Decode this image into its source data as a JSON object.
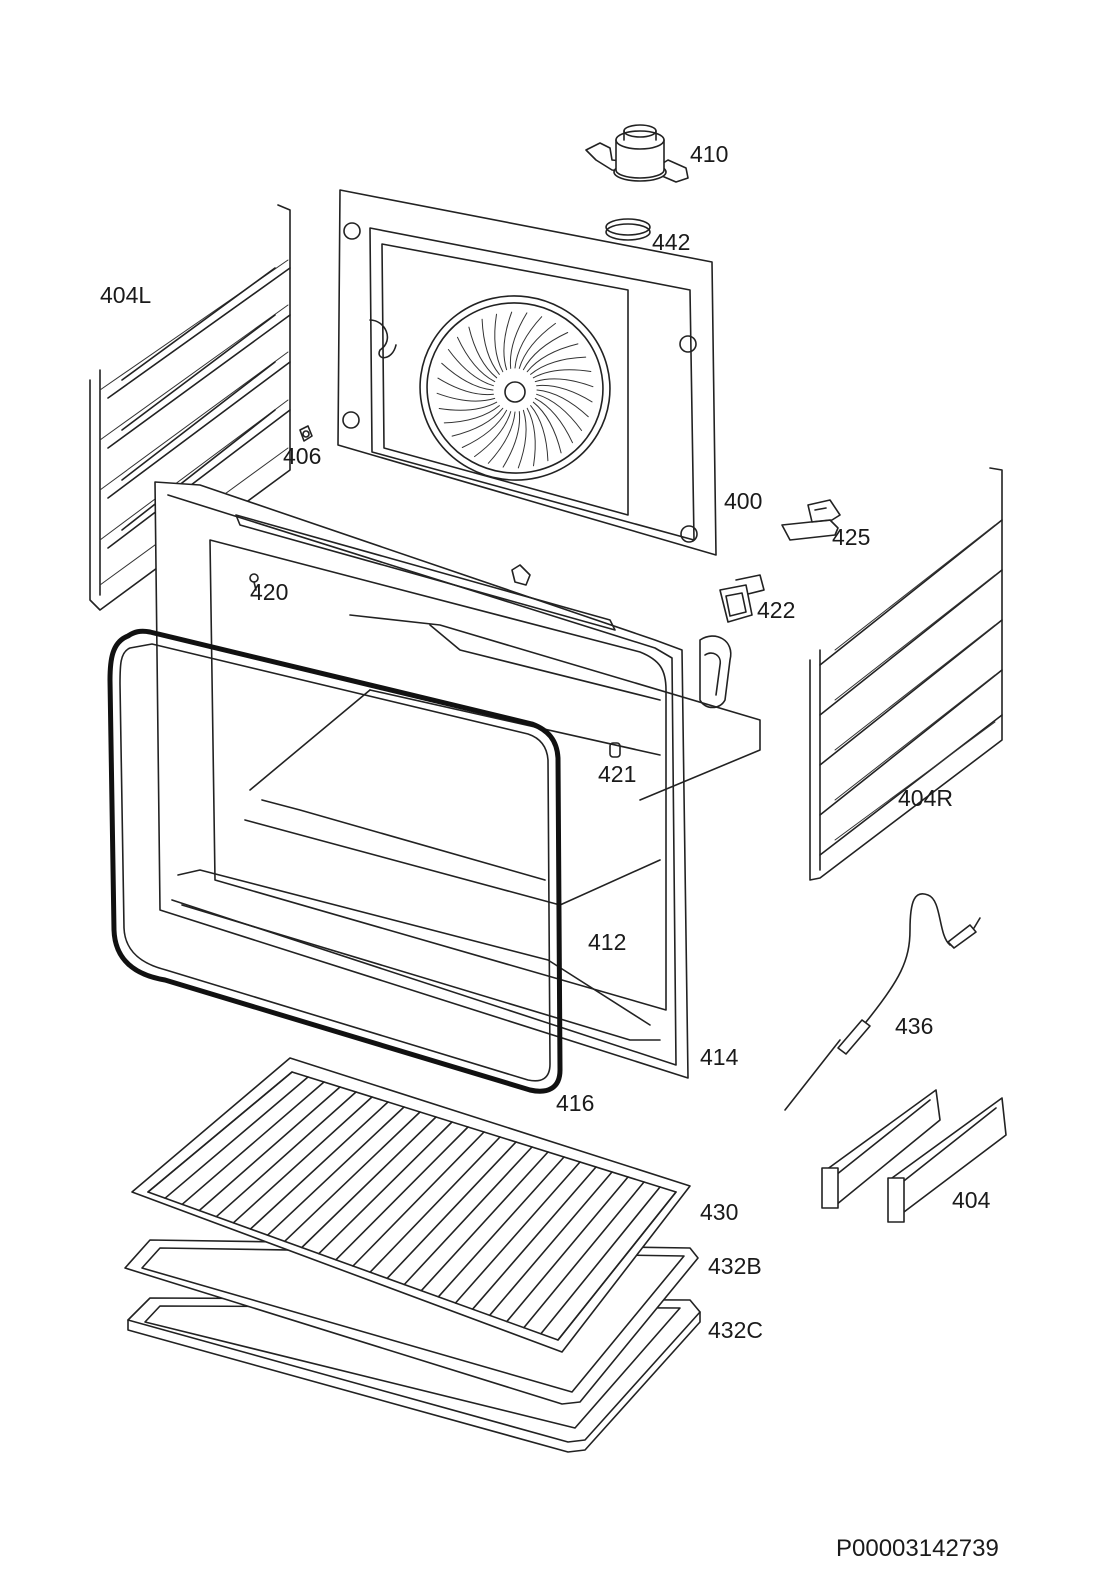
{
  "diagram_code": "P00003142739",
  "parts": [
    {
      "id": "410"
    },
    {
      "id": "442"
    },
    {
      "id": "404L"
    },
    {
      "id": "406"
    },
    {
      "id": "400"
    },
    {
      "id": "425"
    },
    {
      "id": "420"
    },
    {
      "id": "422"
    },
    {
      "id": "421"
    },
    {
      "id": "404R"
    },
    {
      "id": "412"
    },
    {
      "id": "436"
    },
    {
      "id": "414"
    },
    {
      "id": "416"
    },
    {
      "id": "404"
    },
    {
      "id": "430"
    },
    {
      "id": "432B"
    },
    {
      "id": "432C"
    }
  ]
}
